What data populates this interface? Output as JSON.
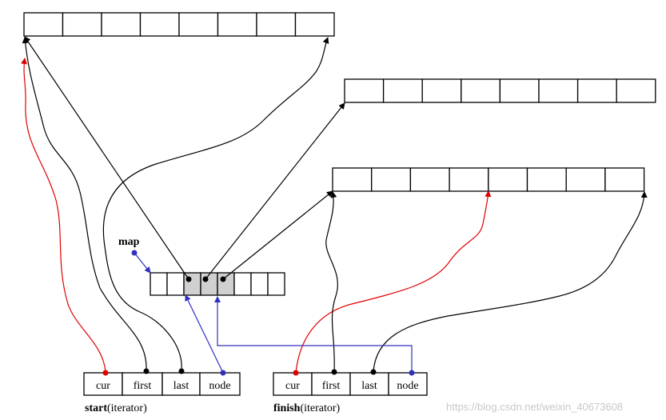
{
  "labels": {
    "map": "map",
    "start_bold": "start",
    "start_rest": "(iterator)",
    "finish_bold": "finish",
    "finish_rest": "(iterator)"
  },
  "iterator_fields": [
    "cur",
    "first",
    "last",
    "node"
  ],
  "map_slots": 8,
  "buffer_slots": 8,
  "watermark": "https://blog.csdn.net/weixin_40673608",
  "colors": {
    "cur_pointer": "#e00000",
    "node_pointer": "#3030c0",
    "pointer": "#000000",
    "used_map_slot": "#d0d0d0"
  }
}
